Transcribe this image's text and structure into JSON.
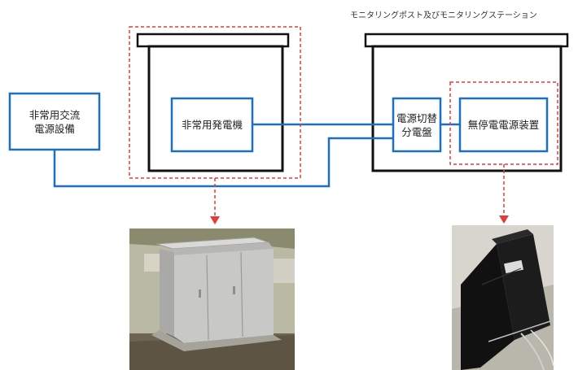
{
  "diagram": {
    "station_caption": "モニタリングポスト及びモニタリングステーション",
    "ac_power": "非常用交流\n電源設備",
    "generator": "非常用発電機",
    "switch_panel": "電源切替\n分電盤",
    "ups": "無停電電源装置"
  },
  "colors": {
    "line_blue": "#1f6fc0",
    "highlight_red": "#e23b3b",
    "outline_black": "#111111"
  }
}
